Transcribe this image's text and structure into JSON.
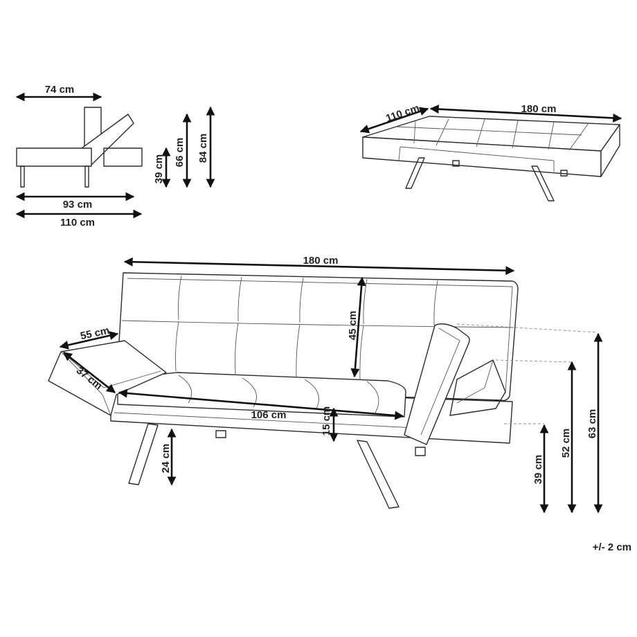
{
  "colors": {
    "line": "#2a2a2a",
    "dimension": "#111111",
    "background": "#ffffff"
  },
  "side_view": {
    "depth_top": "74 cm",
    "seat_height": "39 cm",
    "back_height_angled": "66 cm",
    "back_height_upright": "84 cm",
    "depth_bottom_short": "93 cm",
    "depth_bottom_long": "110 cm"
  },
  "bed_view": {
    "width": "110 cm",
    "length": "180 cm"
  },
  "front_view": {
    "total_width": "180 cm",
    "back_height": "45 cm",
    "armrest_depth": "55 cm",
    "armrest_width": "37 cm",
    "seat_width": "106 cm",
    "seat_thickness": "15 cm",
    "leg_height": "24 cm",
    "seat_height": "39 cm",
    "armrest_height": "52 cm",
    "total_height": "63 cm"
  },
  "tolerance": "+/- 2 cm"
}
